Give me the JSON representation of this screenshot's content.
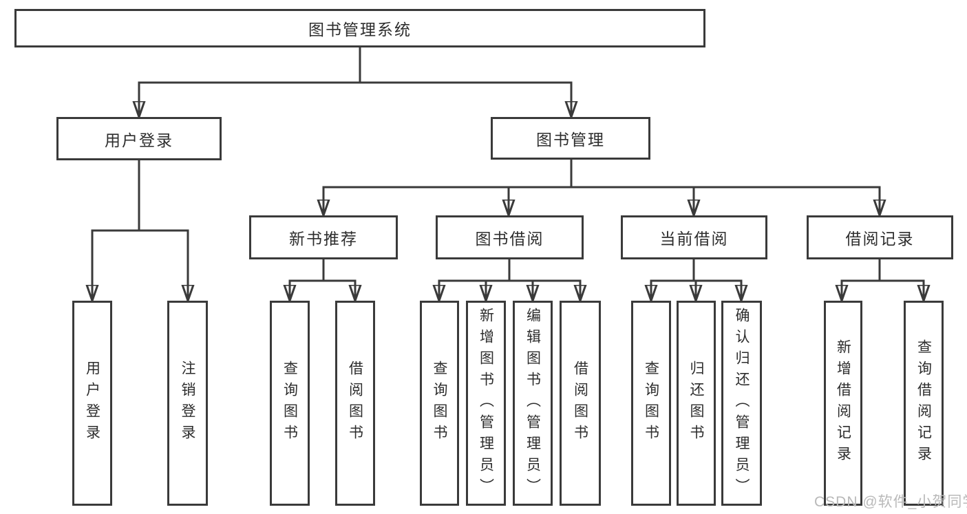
{
  "diagram_title": "图书管理系统",
  "colors": {
    "line": "#3a3a3a",
    "box_border": "#3a3a3a",
    "box_background": "#ffffff",
    "text": "#2d2d2d",
    "watermark": "#b9b9b9",
    "page_background": "#ffffff"
  },
  "tree": {
    "label": "图书管理系统",
    "children": [
      {
        "label": "用户登录",
        "children": [
          {
            "label": "用户登录"
          },
          {
            "label": "注销登录"
          }
        ]
      },
      {
        "label": "图书管理",
        "children": [
          {
            "label": "新书推荐",
            "children": [
              {
                "label": "查询图书"
              },
              {
                "label": "借阅图书"
              }
            ]
          },
          {
            "label": "图书借阅",
            "children": [
              {
                "label": "查询图书"
              },
              {
                "label": "新增图书（管理员）"
              },
              {
                "label": "编辑图书（管理员）"
              },
              {
                "label": "借阅图书"
              }
            ]
          },
          {
            "label": "当前借阅",
            "children": [
              {
                "label": "查询图书"
              },
              {
                "label": "归还图书"
              },
              {
                "label": "确认归还（管理员）"
              }
            ]
          },
          {
            "label": "借阅记录",
            "children": [
              {
                "label": "新增借阅记录"
              },
              {
                "label": "查询借阅记录"
              }
            ]
          }
        ]
      }
    ]
  },
  "watermark": "CSDN @软件_小贺同学"
}
